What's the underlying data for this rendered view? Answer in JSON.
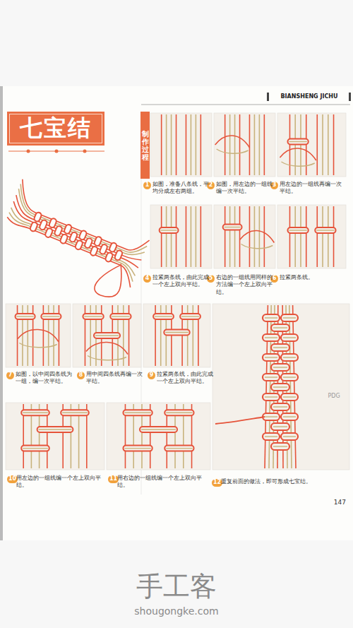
{
  "diagram": {
    "title": "七宝结",
    "nodes": [
      {
        "text": [
          "制作过程"
        ]
      },
      {
        "text": [
          "1"
        ]
      },
      {
        "text": [
          "2"
        ]
      },
      {
        "text": [
          "3"
        ]
      },
      {
        "text": [
          "4"
        ]
      },
      {
        "text": [
          "5"
        ]
      },
      {
        "text": [
          "6"
        ]
      },
      {
        "text": [
          "7"
        ]
      },
      {
        "text": [
          "8"
        ]
      },
      {
        "text": [
          "9"
        ]
      },
      {
        "text": [
          "10"
        ]
      },
      {
        "text": [
          "11"
        ]
      },
      {
        "text": [
          "12"
        ]
      }
    ],
    "labels": [
      "BIANSHENG JICHU",
      "如图，准备八条线，平均分成左右两组。",
      "如图，用左边的一组线编一次平结。",
      "用左边的一组线再编一次平结。",
      "拉紧两条线，由此完成一个左上双向平结。",
      "右边的一组线用同样的方法编一个左上双向平结。",
      "拉紧两条线。",
      "如图，以中间四条线为一组，编一次平结。",
      "用中间四条线再编一次平结。",
      "拉紧两条线，由此完成一个左上双向平结。",
      "用左边的一组线编一个左上双向平结。",
      "用右边的一组线编一个左上双向平结。",
      "重复前面的做法，即可形成七宝结。",
      "147",
      "PDG",
      "手工客",
      "shougongke.com"
    ]
  }
}
